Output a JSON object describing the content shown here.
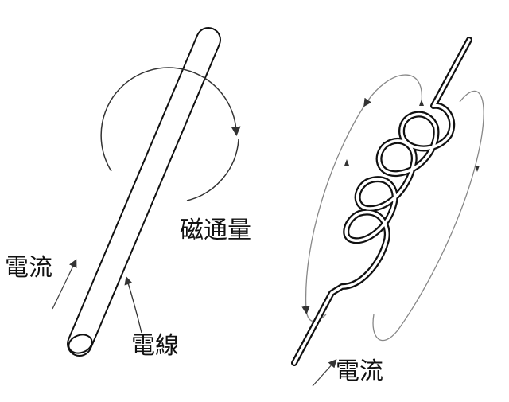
{
  "labels": {
    "magnetic_flux": "磁通量",
    "current_left": "電流",
    "wire": "電線",
    "current_right": "電流"
  },
  "colors": {
    "ink": "#111111",
    "field_line": "#888888"
  }
}
